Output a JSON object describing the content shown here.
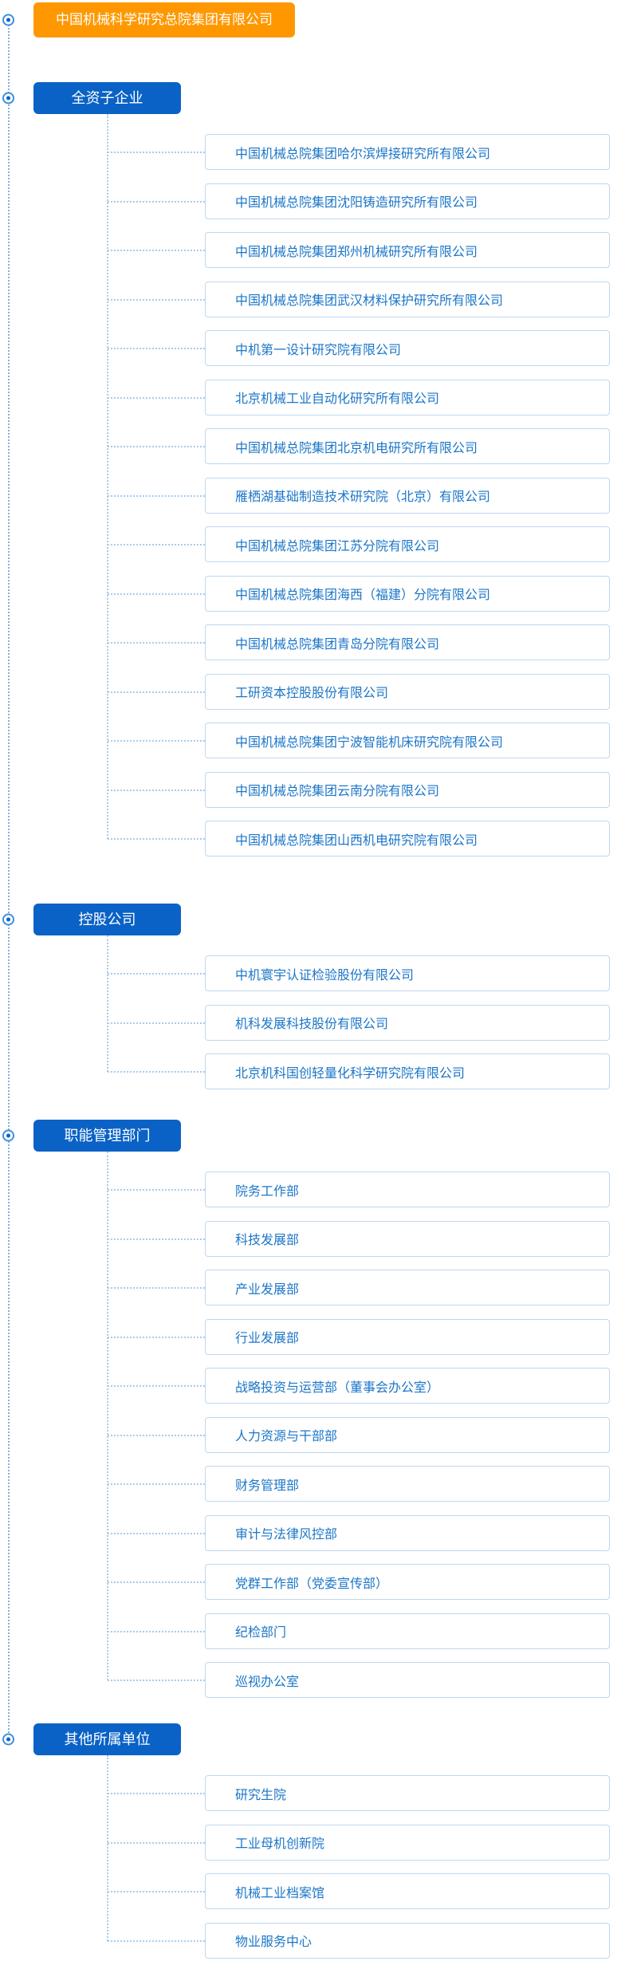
{
  "root": {
    "title": "中国机械科学研究总院集团有限公司"
  },
  "colors": {
    "root_bg": "#FF9800",
    "section_bg": "#0A62C6",
    "item_text": "#1B76C8",
    "item_border": "#BFD7EE",
    "connector": "#A9CCEC"
  },
  "sections": [
    {
      "label": "全资子企业",
      "items": [
        "中国机械总院集团哈尔滨焊接研究所有限公司",
        "中国机械总院集团沈阳铸造研究所有限公司",
        "中国机械总院集团郑州机械研究所有限公司",
        "中国机械总院集团武汉材料保护研究所有限公司",
        "中机第一设计研究院有限公司",
        "北京机械工业自动化研究所有限公司",
        "中国机械总院集团北京机电研究所有限公司",
        "雁栖湖基础制造技术研究院（北京）有限公司",
        "中国机械总院集团江苏分院有限公司",
        "中国机械总院集团海西（福建）分院有限公司",
        "中国机械总院集团青岛分院有限公司",
        "工研资本控股股份有限公司",
        "中国机械总院集团宁波智能机床研究院有限公司",
        "中国机械总院集团云南分院有限公司",
        "中国机械总院集团山西机电研究院有限公司"
      ]
    },
    {
      "label": "控股公司",
      "items": [
        "中机寰宇认证检验股份有限公司",
        "机科发展科技股份有限公司",
        "北京机科国创轻量化科学研究院有限公司"
      ]
    },
    {
      "label": "职能管理部门",
      "items": [
        "院务工作部",
        "科技发展部",
        "产业发展部",
        "行业发展部",
        "战略投资与运营部（董事会办公室）",
        "人力资源与干部部",
        "财务管理部",
        "审计与法律风控部",
        "党群工作部（党委宣传部）",
        "纪检部门",
        "巡视办公室"
      ]
    },
    {
      "label": "其他所属单位",
      "items": [
        "研究生院",
        "工业母机创新院",
        "机械工业档案馆",
        "物业服务中心"
      ]
    }
  ]
}
